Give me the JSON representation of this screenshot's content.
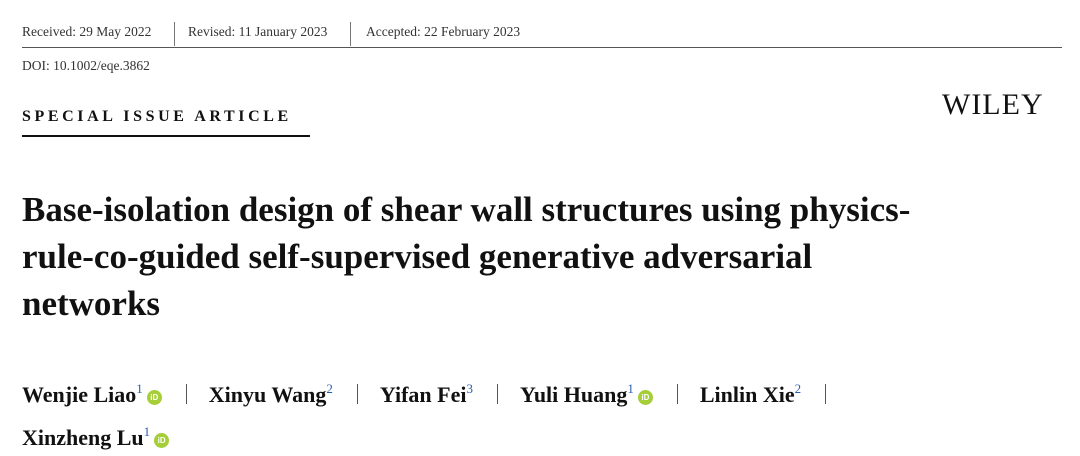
{
  "history": {
    "received": "Received: 29 May 2022",
    "revised": "Revised: 11 January 2023",
    "accepted": "Accepted: 22 February 2023"
  },
  "doi": "DOI: 10.1002/eqe.3862",
  "article_type": "SPECIAL ISSUE ARTICLE",
  "publisher": "WILEY",
  "title": "Base-isolation design of shear wall structures using physics-rule-co-guided self-supervised generative adversarial networks",
  "authors": [
    {
      "name": "Wenjie Liao",
      "aff": "1",
      "orcid": true
    },
    {
      "name": "Xinyu Wang",
      "aff": "2",
      "orcid": false
    },
    {
      "name": "Yifan Fei",
      "aff": "3",
      "orcid": false
    },
    {
      "name": "Yuli Huang",
      "aff": "1",
      "orcid": true
    },
    {
      "name": "Linlin Xie",
      "aff": "2",
      "orcid": false
    },
    {
      "name": "Xinzheng Lu",
      "aff": "1",
      "orcid": true
    }
  ],
  "orcid_label": "iD",
  "colors": {
    "orcid": "#a6ce39",
    "superscript": "#2a5db0"
  }
}
